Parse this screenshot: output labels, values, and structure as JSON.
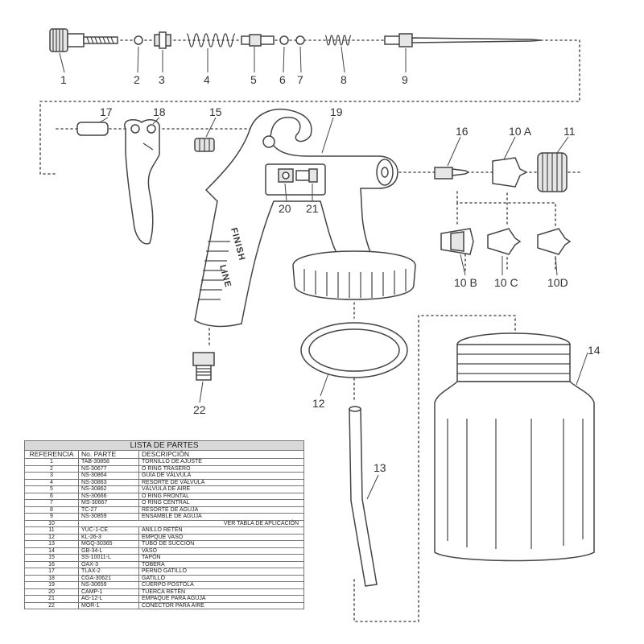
{
  "labels": {
    "l1": "1",
    "l2": "2",
    "l3": "3",
    "l4": "4",
    "l5": "5",
    "l6": "6",
    "l7": "7",
    "l8": "8",
    "l9": "9",
    "l10a": "10 A",
    "l10b": "10 B",
    "l10c": "10 C",
    "l10d": "10D",
    "l11": "11",
    "l12": "12",
    "l13": "13",
    "l14": "14",
    "l15": "15",
    "l16": "16",
    "l17": "17",
    "l18": "18",
    "l19": "19",
    "l20": "20",
    "l21": "21",
    "l22": "22"
  },
  "brand": {
    "word1": "FINISH",
    "word2": "LINE"
  },
  "table": {
    "title": "LISTA DE PARTES",
    "headers": [
      "REFERENCIA",
      "No. PARTE",
      "DESCRIPCIÓN"
    ],
    "rows": [
      {
        "ref": "1",
        "part": "TAB-30858",
        "desc": "TORNILLO DE AJUSTE"
      },
      {
        "ref": "2",
        "part": "NS-30677",
        "desc": "O RING TRASERO"
      },
      {
        "ref": "3",
        "part": "NS-30864",
        "desc": "GUÍA DE VÁLVULA"
      },
      {
        "ref": "4",
        "part": "NS-30863",
        "desc": "RESORTE DE VÁLVULA"
      },
      {
        "ref": "5",
        "part": "NS-30862",
        "desc": "VÁLVULA DE AIRE"
      },
      {
        "ref": "6",
        "part": "NS-30666",
        "desc": "O RING FRONTAL"
      },
      {
        "ref": "7",
        "part": "MS-30667",
        "desc": "O RING CENTRAL"
      },
      {
        "ref": "8",
        "part": "TC-27",
        "desc": "RESORTE DE AGUJA"
      },
      {
        "ref": "9",
        "part": "NS-30859",
        "desc": "ENSAMBLE DE AGUJA"
      },
      {
        "ref": "10",
        "part": "",
        "desc": "VER TABLA DE APLICACIÓN"
      },
      {
        "ref": "11",
        "part": "YUC-1-CE",
        "desc": "ANILLO RETÉN"
      },
      {
        "ref": "12",
        "part": "KL-26-3",
        "desc": "EMPQUE VASO"
      },
      {
        "ref": "13",
        "part": "MGQ-30365",
        "desc": "TUBO DE SUCCIÓN"
      },
      {
        "ref": "14",
        "part": "GB-34-L",
        "desc": "VASO"
      },
      {
        "ref": "15",
        "part": "SS-10011-L",
        "desc": "TAPÓN"
      },
      {
        "ref": "16",
        "part": "OAX-3",
        "desc": "TOBERA"
      },
      {
        "ref": "17",
        "part": "TLAX-2",
        "desc": "PERNO GATILLO"
      },
      {
        "ref": "18",
        "part": "CGA-30621",
        "desc": "GATILLO"
      },
      {
        "ref": "19",
        "part": "NS-30659",
        "desc": "CUERPO POSTOLA"
      },
      {
        "ref": "20",
        "part": "CAMP-1",
        "desc": "TUERCA RETÉN"
      },
      {
        "ref": "21",
        "part": "AG-12-L",
        "desc": "EMPAQUE PARA AGUJA"
      },
      {
        "ref": "22",
        "part": "MOR-1",
        "desc": "CONECTOR PARA AIRE"
      }
    ]
  }
}
